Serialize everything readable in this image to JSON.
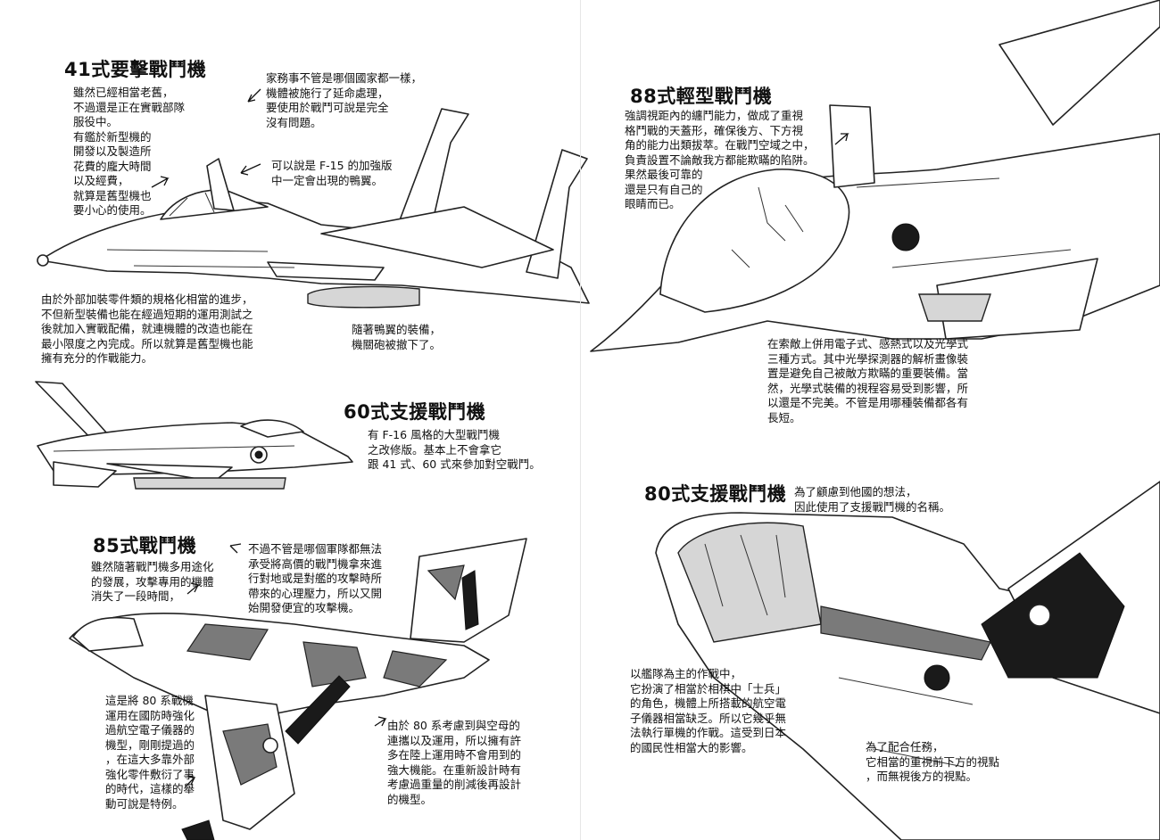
{
  "sections": {
    "f41": {
      "title": "41式要擊戰鬥機",
      "note_main": "雖然已經相當老舊，\n不過還是正在實戰部隊\n服役中。\n有鑑於新型機的\n開發以及製造所\n花費的龐大時間\n以及經費，\n就算是舊型機也\n要小心的使用。",
      "note_top": "家務事不管是哪個國家都一樣，\n機體被施行了延命處理，\n要使用於戰鬥可說是完全\n沒有問題。",
      "note_canard": "可以說是 F-15 的加強版\n中一定會出現的鴨翼。",
      "note_bottom": "由於外部加裝零件類的規格化相當的進步，\n不但新型裝備也能在經過短期的運用測試之\n後就加入實戰配備，就連機體的改造也能在\n最小限度之內完成。所以就算是舊型機也能\n擁有充分的作戰能力。",
      "note_gun": "隨著鴨翼的裝備，\n機關砲被撤下了。"
    },
    "f60": {
      "title": "60式支援戰鬥機",
      "note": "有 F-16 風格的大型戰鬥機\n之改修版。基本上不會拿它\n跟 41 式、60 式來參加對空戰鬥。"
    },
    "f85": {
      "title": "85式戰鬥機",
      "note_left": "雖然隨著戰鬥機多用途化\n的發展，攻擊專用的機體\n消失了一段時間，",
      "note_top": "不過不管是哪個軍隊都無法\n承受將高價的戰鬥機拿來進\n行對地或是對艦的攻擊時所\n帶來的心理壓力，所以又開\n始開發便宜的攻擊機。",
      "note_bottom_left": "這是將 80 系戰機\n運用在國防時強化\n過航空電子儀器的\n機型，剛剛提過的\n，在這大多靠外部\n強化零件敷衍了事\n的時代，這樣的舉\n動可說是特例。",
      "note_bottom_right": "由於 80 系考慮到與空母的\n連攜以及運用，所以擁有許\n多在陸上運用時不會用到的\n強大機能。在重新設計時有\n考慮過重量的削減後再設計\n的機型。"
    },
    "f88": {
      "title": "88式輕型戰鬥機",
      "note_top": "強調視距內的纏鬥能力，做成了重視\n格鬥戰的天蓋形，確保後方、下方視\n角的能力出類拔萃。在戰鬥空域之中，\n負責設置不論敵我方都能欺瞞的陷阱。\n果然最後可靠的\n還是只有自己的\n眼睛而已。",
      "note_bottom": "在索敵上併用電子式、感熱式以及光學式\n三種方式。其中光學探測器的解析畫像裝\n置是避免自己被敵方欺瞞的重要裝備。當\n然，光學式裝備的視程容易受到影響，所\n以還是不完美。不管是用哪種裝備都各有\n長短。"
    },
    "f80": {
      "title": "80式支援戰鬥機",
      "note_top": "為了顧慮到他國的想法，\n因此使用了支援戰鬥機的名稱。",
      "note_left": "以艦隊為主的作戰中，\n它扮演了相當於相棋中「士兵」\n的角色，機體上所搭載的航空電\n子儀器相當缺乏。所以它幾乎無\n法執行單機的作戰。這受到日本\n的國民性相當大的影響。",
      "note_bottom": "為了配合任務，\n它相當的重視前下方的視點\n，而無視後方的視點。"
    }
  },
  "colors": {
    "ink": "#111111",
    "paper": "#ffffff",
    "tone": "#7a7a7a",
    "light_tone": "#d6d6d6"
  }
}
